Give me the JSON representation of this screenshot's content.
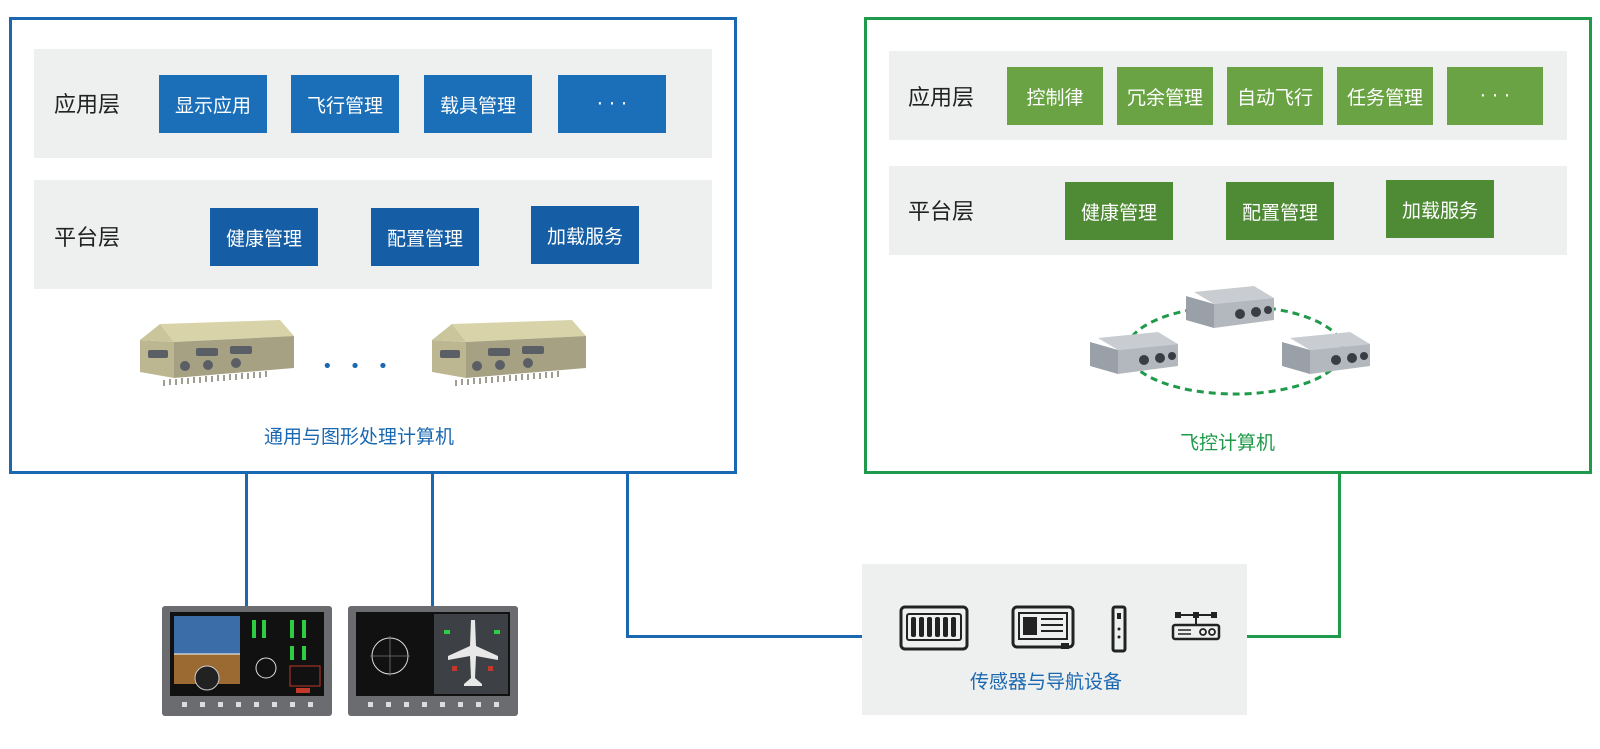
{
  "left_panel": {
    "app_layer": {
      "label": "应用层",
      "items": [
        "显示应用",
        "飞行管理",
        "载具管理",
        "· · ·"
      ]
    },
    "platform_layer": {
      "label": "平台层",
      "items": [
        "健康管理",
        "配置管理",
        "加载服务"
      ]
    },
    "ellipsis": "•   •   •",
    "caption": "通用与图形处理计算机",
    "border_color": "#1a68b1"
  },
  "right_panel": {
    "app_layer": {
      "label": "应用层",
      "items": [
        "控制律",
        "冗余管理",
        "自动飞行",
        "任务管理",
        "· · ·"
      ]
    },
    "platform_layer": {
      "label": "平台层",
      "items": [
        "健康管理",
        "配置管理",
        "加载服务"
      ]
    },
    "caption": "飞控计算机",
    "border_color": "#1f9a4a"
  },
  "sensors": {
    "caption": "传感器与导航设备",
    "icons": [
      "sensor-panel-icon",
      "display-unit-icon",
      "module-stick-icon",
      "nav-receiver-icon"
    ]
  },
  "colors": {
    "blue": "#1a68b1",
    "green": "#1f9a4a",
    "band": "#eef0f0"
  }
}
